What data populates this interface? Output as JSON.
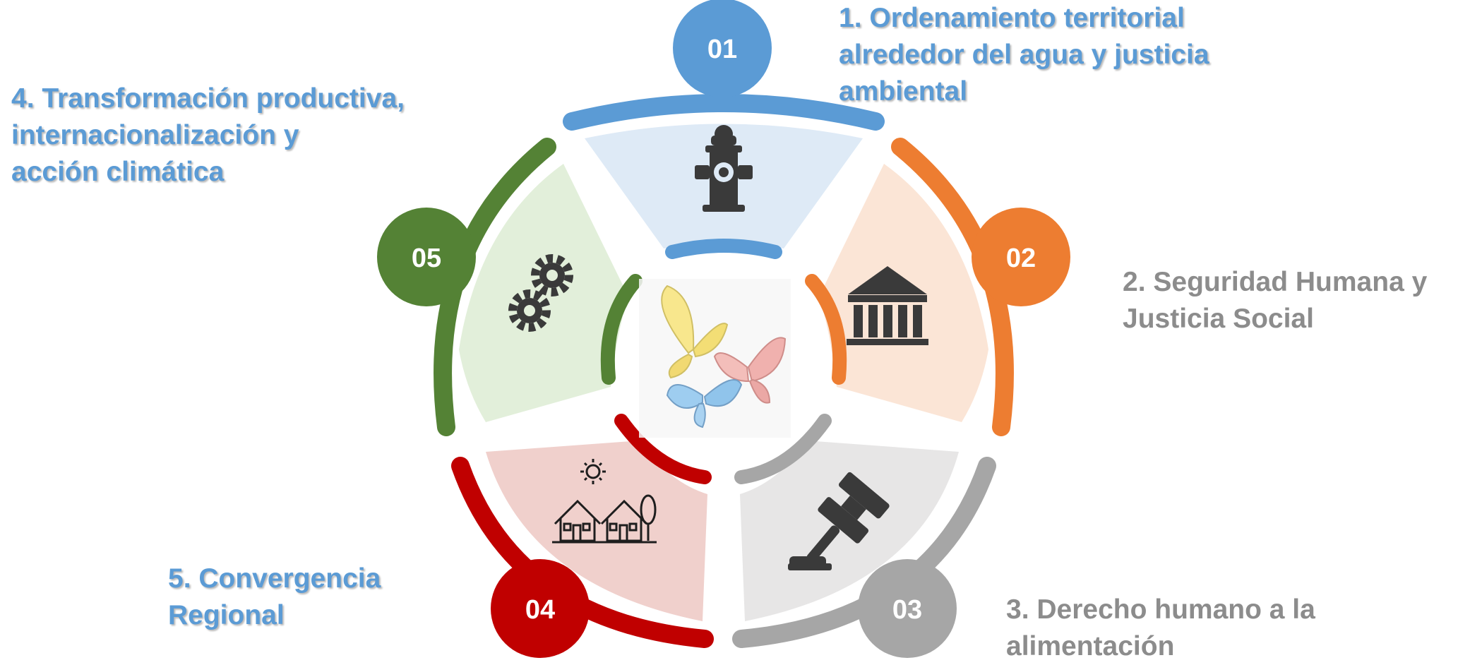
{
  "segments": [
    {
      "number": "01",
      "color": "#5b9bd5",
      "fill": "#deeaf6",
      "icon": "fire-hydrant-icon"
    },
    {
      "number": "02",
      "color": "#ed7d31",
      "fill": "#fbe5d6",
      "icon": "government-building-icon"
    },
    {
      "number": "03",
      "color": "#a6a6a6",
      "fill": "#e7e6e6",
      "icon": "gavel-icon"
    },
    {
      "number": "04",
      "color": "#c00000",
      "fill": "#f0d0cc",
      "icon": "houses-sun-icon"
    },
    {
      "number": "05",
      "color": "#548235",
      "fill": "#e2efda",
      "icon": "gears-icon"
    }
  ],
  "center_icon": "butterflies-icon",
  "labels": {
    "item1": [
      "1. Ordenamiento territorial",
      "alrededor del agua y justicia",
      "ambiental"
    ],
    "item2": [
      "2. Seguridad Humana y",
      "Justicia Social"
    ],
    "item3": [
      "3. Derecho humano a la",
      "alimentación"
    ],
    "item4": [
      "4. Transformación productiva,",
      "internacionalización y",
      "acción climática"
    ],
    "item5": [
      "5. Convergencia",
      "Regional"
    ]
  }
}
